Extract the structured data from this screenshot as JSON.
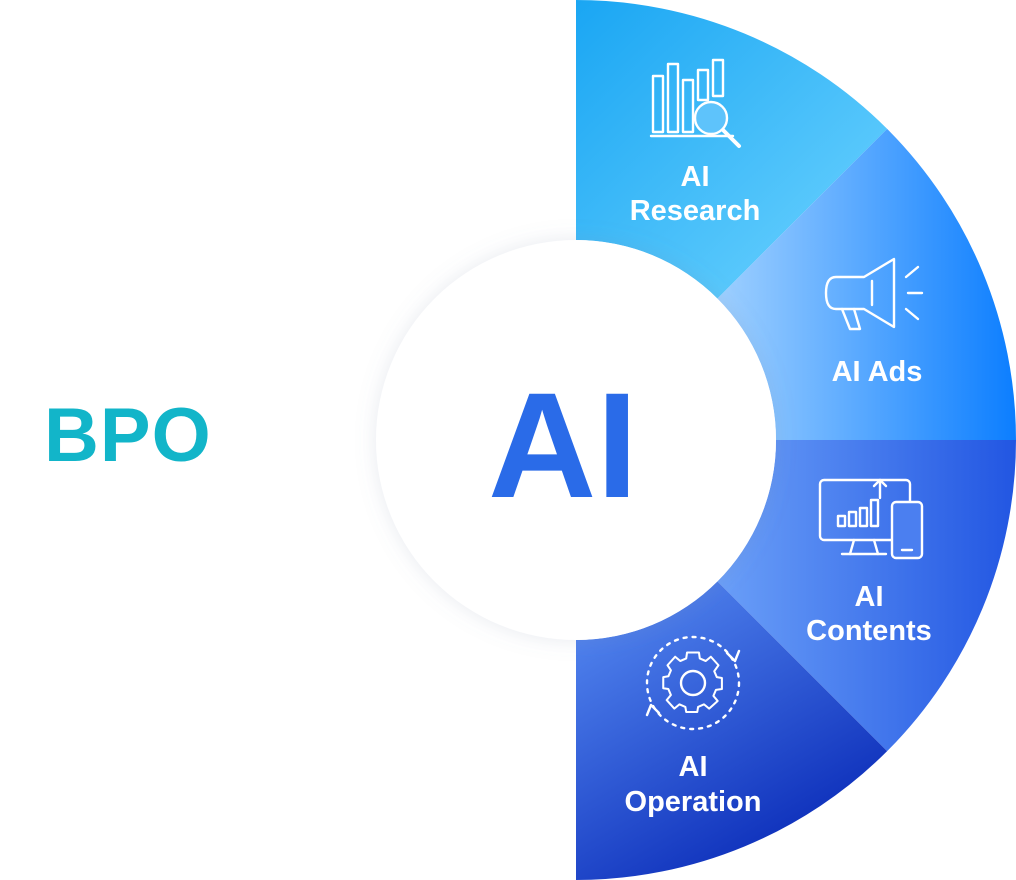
{
  "bpo": {
    "label": "BPO",
    "color": "#12b5c9"
  },
  "center": {
    "label": "AI",
    "color": "#2a6be8"
  },
  "segments": [
    {
      "line1": "AI",
      "line2": "Research",
      "icon": "research-chart-magnifier-icon",
      "colors": [
        "#6fd0ff",
        "#1ea8f5"
      ]
    },
    {
      "line1": "AI Ads",
      "line2": "",
      "icon": "megaphone-icon",
      "colors": [
        "#8fc6ff",
        "#0f82ff"
      ]
    },
    {
      "line1": "AI",
      "line2": "Contents",
      "icon": "monitor-phone-growth-icon",
      "colors": [
        "#5b92f6",
        "#2257e3"
      ]
    },
    {
      "line1": "AI",
      "line2": "Operation",
      "icon": "gear-cycle-icon",
      "colors": [
        "#4f86f2",
        "#0d2fbf"
      ]
    }
  ]
}
